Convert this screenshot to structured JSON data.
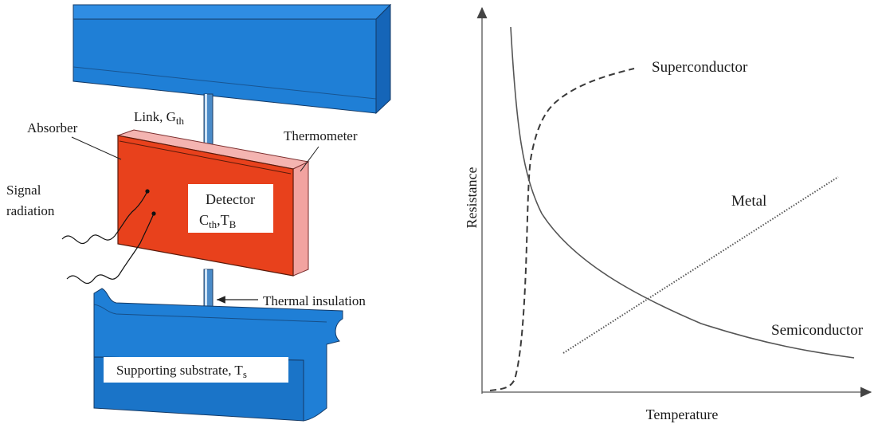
{
  "bolometer": {
    "link_label": "Link, G",
    "link_sub": "th",
    "absorber_label": "Absorber",
    "thermometer_label": "Thermometer",
    "signal_line1": "Signal",
    "signal_line2": "radiation",
    "detector_line1": "Detector",
    "detector_c": "C",
    "detector_c_sub": "th",
    "detector_t": ",T",
    "detector_t_sub": "B",
    "insulation_label": "Thermal insulation",
    "substrate_label": "Supporting substrate, T",
    "substrate_sub": "s",
    "colors": {
      "block_blue": "#1f7fd6",
      "absorber_red": "#e8411c",
      "thermometer_pink": "#f2a3a0"
    }
  },
  "resistance_chart": {
    "x_label": "Temperature",
    "y_label": "Resistance",
    "curves": [
      {
        "name": "Superconductor",
        "style": "dashed"
      },
      {
        "name": "Metal",
        "style": "dotted"
      },
      {
        "name": "Semiconductor",
        "style": "solid"
      }
    ]
  }
}
